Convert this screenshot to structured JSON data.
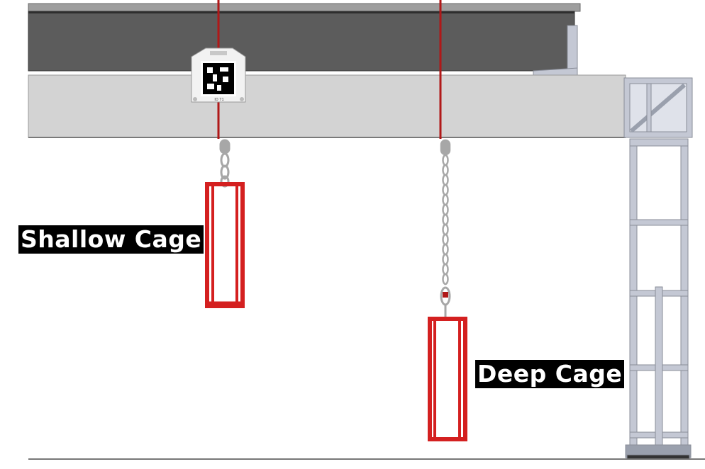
{
  "labels": {
    "shallow_cage": "Shallow Cage",
    "deep_cage": "Deep Cage"
  },
  "marker": {
    "caption": "ID 71"
  },
  "colors": {
    "cage_red": "#d42020",
    "rope_red": "#b01818",
    "upper_beam": "#5c5c5c",
    "lower_beam": "#d3d3d3",
    "truss": "#b9bdcb",
    "chain": "#a7a7a7"
  },
  "icons": [
    "fiducial-marker-icon",
    "chain-icon",
    "truss-tower-icon"
  ]
}
